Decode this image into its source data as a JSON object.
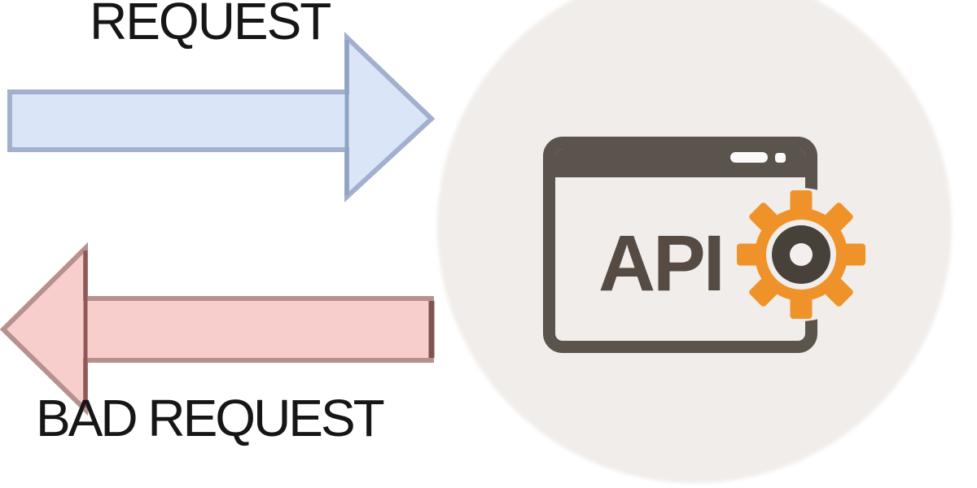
{
  "colors": {
    "bg": "#ffffff",
    "text": "#161616",
    "circle-bg": "#f1edea",
    "request-fill": "#dae5f7",
    "request-stroke": "#a3b0cd",
    "request-base-stroke": "#8fa3c4",
    "bad-request-fill": "#f8cecd",
    "bad-request-stroke": "#b7918e",
    "bad-request-base-stroke": "#8f5a56",
    "bad-request-end-stroke": "#7d544e",
    "window": "#5b544d",
    "window-detail": "#fbfaf9",
    "api-text": "#554b42",
    "gear-orange": "#f0922a",
    "gear-ring": "#474139",
    "gear-hole": "#f2efec"
  },
  "diagram": {
    "request_arrow": {
      "label": "REQUEST",
      "direction": "right",
      "color": "#dae5f7"
    },
    "bad_request_arrow": {
      "label": "BAD REQUEST",
      "direction": "left",
      "color": "#f8cecd"
    },
    "api_service": {
      "label": "API",
      "icons": [
        "browser-window-icon",
        "gear-icon"
      ]
    }
  }
}
